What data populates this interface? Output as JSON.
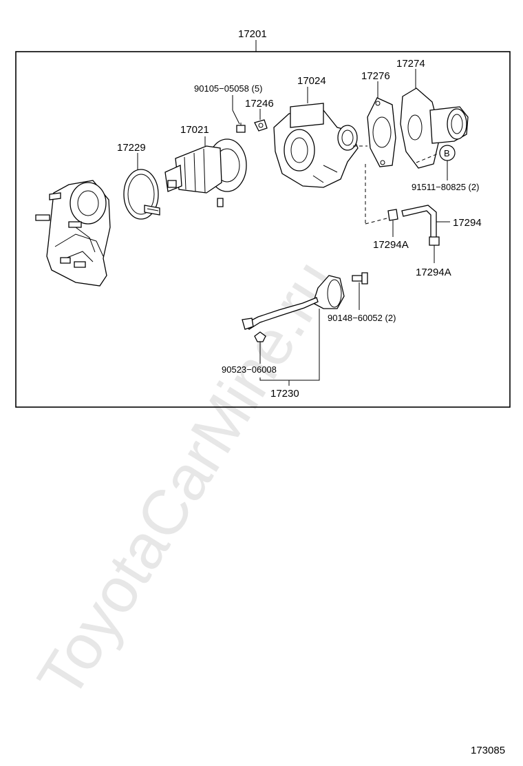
{
  "watermark": "ToyotaCarMine.ru",
  "assembly_label": "17201",
  "figure_number": "173085",
  "callouts": {
    "bolt_90105": "90105−05058 (5)",
    "gasket_17246": "17246",
    "housing_17021": "17021",
    "body_17024": "17024",
    "gasket_17276": "17276",
    "outlet_17274": "17274",
    "clamp_17229": "17229",
    "ref_marker_b": "B",
    "bolt_91511": "91511−80825 (2)",
    "hose_17294": "17294",
    "clip_17294a_left": "17294A",
    "clip_17294a_right": "17294A",
    "bolt_90148": "90148−60052 (2)",
    "clip_90523": "90523−06008",
    "actuator_17230": "17230"
  }
}
